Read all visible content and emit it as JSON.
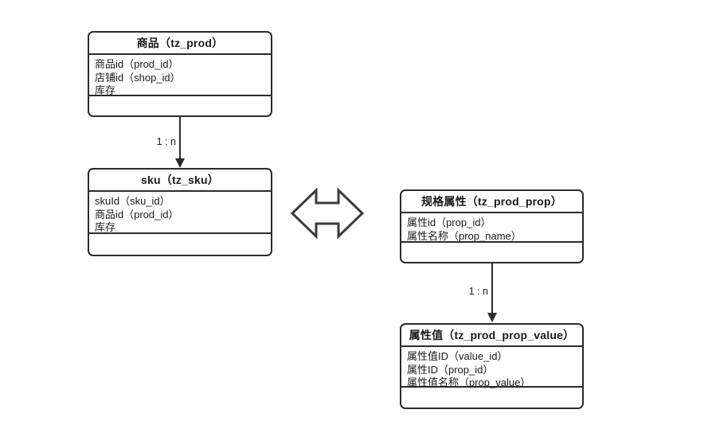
{
  "diagram": {
    "type": "entity-relationship-diagram",
    "background_color": "#ffffff",
    "line_color": "#2b2b2b",
    "text_color": "#1a1a1a"
  },
  "entities": [
    {
      "id": "tz_prod",
      "header": "商品（tz_prod）",
      "attributes": [
        "商品id（prod_id）",
        "店铺id（shop_id）",
        "库存"
      ]
    },
    {
      "id": "tz_sku",
      "header": "sku（tz_sku）",
      "attributes": [
        "skuId（sku_id）",
        "商品id（prod_id）",
        "库存"
      ]
    },
    {
      "id": "tz_prod_prop",
      "header": "规格属性（tz_prod_prop）",
      "attributes": [
        "属性id（prop_id）",
        "属性名称（prop_name）"
      ]
    },
    {
      "id": "tz_prod_prop_value",
      "header": "属性值（tz_prod_prop_value）",
      "attributes": [
        "属性值ID（value_id）",
        "属性ID（prop_id）",
        "属性值名称（prop_value）"
      ]
    }
  ],
  "relationships": [
    {
      "id": "prod-to-sku",
      "label": "1 : n",
      "from": "tz_prod",
      "to": "tz_sku",
      "style": "solid-arrow"
    },
    {
      "id": "prop-to-prop-value",
      "label": "1 : n",
      "from": "tz_prod_prop",
      "to": "tz_prod_prop_value",
      "style": "solid-arrow"
    },
    {
      "id": "sku-to-prop",
      "label": "",
      "from": "tz_sku",
      "to": "tz_prod_prop",
      "style": "bidirectional-hollow-arrow"
    }
  ]
}
